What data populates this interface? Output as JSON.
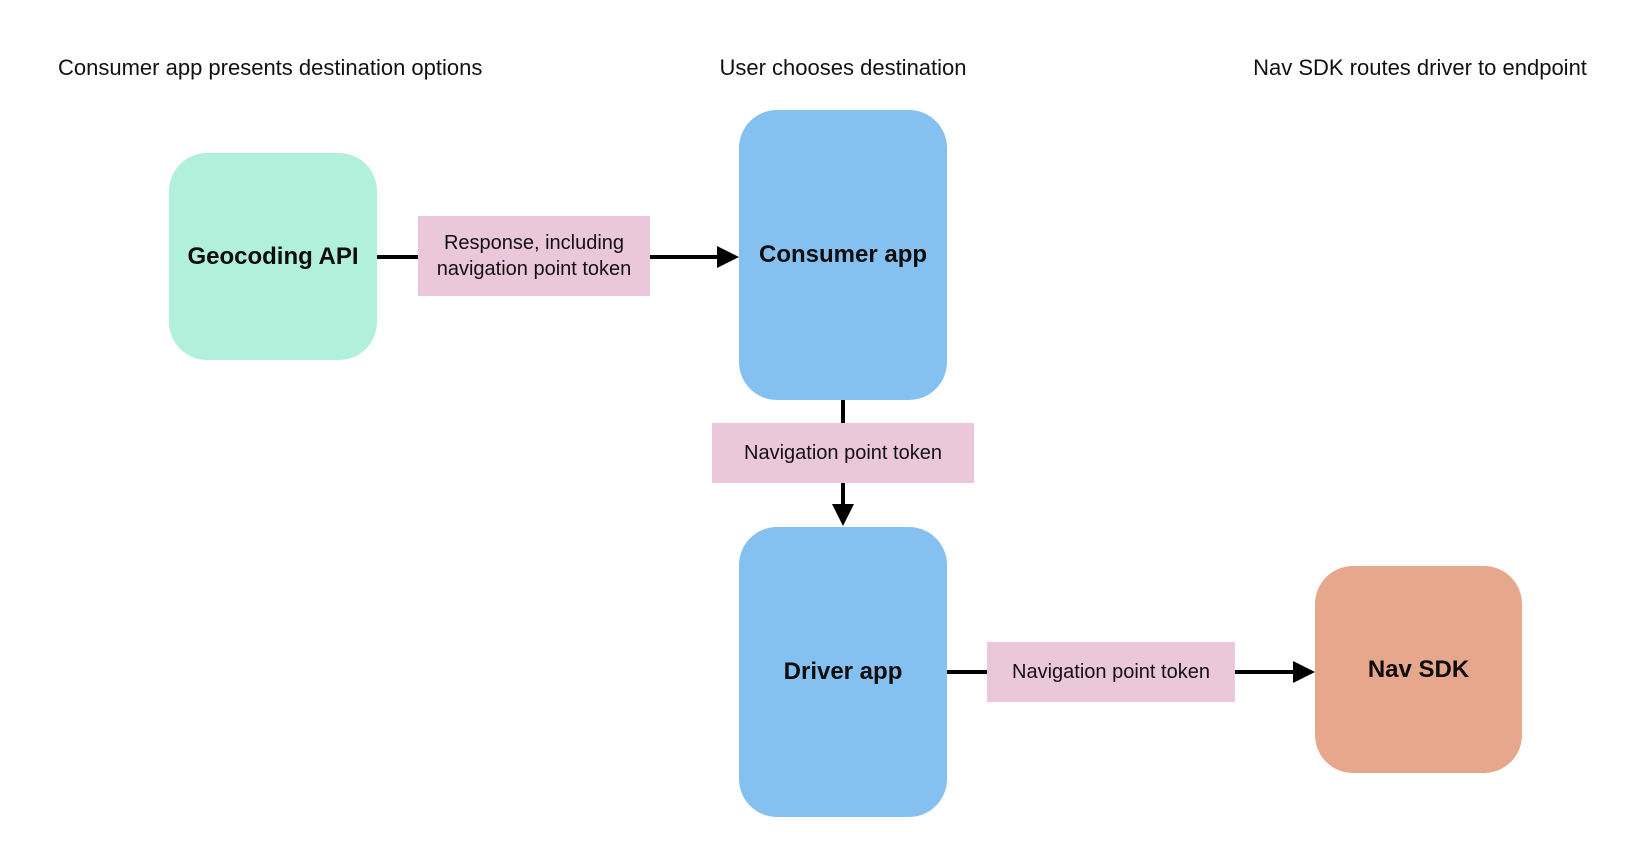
{
  "diagram": {
    "captions": [
      {
        "text": "Consumer app presents destination options"
      },
      {
        "text": "User chooses destination"
      },
      {
        "text": "Nav SDK routes driver to endpoint"
      }
    ],
    "nodes": [
      {
        "id": "geocoding-api",
        "label": "Geocoding API",
        "color": "#b1f0da"
      },
      {
        "id": "consumer-app",
        "label": "Consumer app",
        "color": "#85c1f0"
      },
      {
        "id": "driver-app",
        "label": "Driver app",
        "color": "#85c1f0"
      },
      {
        "id": "nav-sdk",
        "label": "Nav SDK",
        "color": "#e7a78c"
      }
    ],
    "edges": [
      {
        "from": "geocoding-api",
        "to": "consumer-app",
        "label": "Response, including navigation point token",
        "label_bg": "#ebc7dc"
      },
      {
        "from": "consumer-app",
        "to": "driver-app",
        "label": "Navigation point token",
        "label_bg": "#ebc7dc"
      },
      {
        "from": "driver-app",
        "to": "nav-sdk",
        "label": "Navigation point token",
        "label_bg": "#ebc7dc"
      }
    ],
    "colors": {
      "background": "#ffffff",
      "arrow": "#000000",
      "text": "#111111"
    }
  }
}
